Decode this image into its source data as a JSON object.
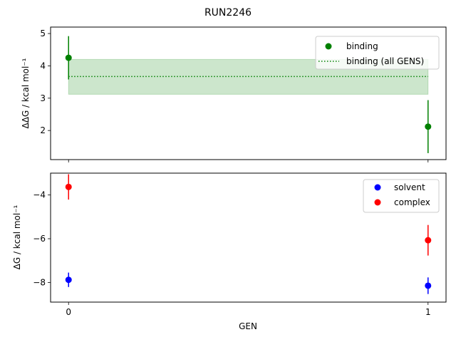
{
  "figure": {
    "title": "RUN2246",
    "xlabel": "GEN"
  },
  "chart_data": [
    {
      "type": "scatter",
      "panel": "top",
      "ylabel": "ΔΔG / kcal mol⁻¹",
      "xlim": [
        -0.05,
        1.05
      ],
      "ylim": [
        1.1,
        5.2
      ],
      "xticks": [
        0,
        1
      ],
      "yticks": [
        2,
        3,
        4,
        5
      ],
      "grid": false,
      "legend": {
        "placement": "top-right",
        "entries": [
          "binding",
          "binding (all GENS)"
        ]
      },
      "series": [
        {
          "name": "binding",
          "color": "#008000",
          "x": [
            0,
            1
          ],
          "y": [
            4.25,
            2.12
          ],
          "yerr": [
            0.67,
            0.82
          ]
        }
      ],
      "band": {
        "name": "binding (all GENS)",
        "color": "#008000",
        "x": [
          0,
          1
        ],
        "center": 3.67,
        "low": 3.12,
        "high": 4.2
      }
    },
    {
      "type": "scatter",
      "panel": "bottom",
      "ylabel": "ΔG / kcal mol⁻¹",
      "xlabel": "GEN",
      "xlim": [
        -0.05,
        1.05
      ],
      "ylim": [
        -8.9,
        -3.0
      ],
      "xticks": [
        0,
        1
      ],
      "yticks": [
        -8,
        -6,
        -4
      ],
      "grid": false,
      "legend": {
        "placement": "top-right",
        "entries": [
          "solvent",
          "complex"
        ]
      },
      "series": [
        {
          "name": "solvent",
          "color": "#0000ff",
          "x": [
            0,
            1
          ],
          "y": [
            -7.88,
            -8.15
          ],
          "yerr": [
            0.33,
            0.38
          ]
        },
        {
          "name": "complex",
          "color": "#ff0000",
          "x": [
            0,
            1
          ],
          "y": [
            -3.63,
            -6.07
          ],
          "yerr": [
            0.58,
            0.7
          ]
        }
      ]
    }
  ]
}
